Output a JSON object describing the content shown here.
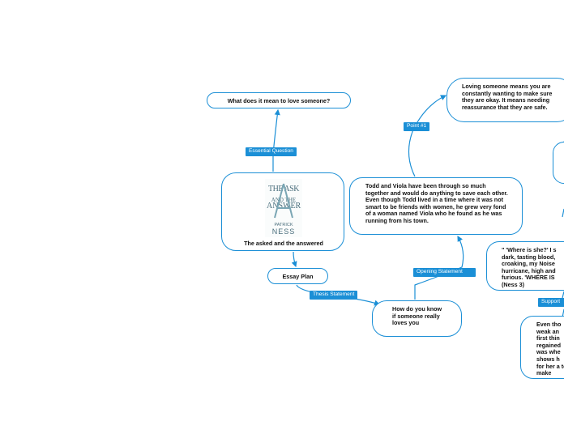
{
  "map": {
    "root": {
      "caption": "The asked and the answered",
      "cover": {
        "title_line1": "THE ASK",
        "title_line2": "AND THE",
        "title_line3": "ANSWER",
        "author_first": "PATRICK",
        "author_last": "NESS"
      }
    },
    "essential_question": {
      "tag": "Essential Question",
      "text": "What does it mean to love someone?"
    },
    "essay_plan": {
      "text": "Essay Plan"
    },
    "thesis": {
      "tag": "Thesis Statement",
      "text": "How do you know if someone really loves you"
    },
    "opening": {
      "tag": "Opening Statement",
      "text": "Todd and Viola have been through so much together and would do anything to save each other. Even though Todd lived in a time where it was not smart to be friends with women, he grew very fond of a woman named Viola who he found as he was running from his town."
    },
    "point1": {
      "tag": "Point #1",
      "text": "Loving someone means you are constantly wanting to make sure they are okay. It means needing reassurance that they are safe."
    },
    "quote": {
      "text": "\" 'Where is she?' I s dark, tasting blood, croaking, my Noise hurricane, high and furious. 'WHERE IS (Ness 3)"
    },
    "support": {
      "tag": "Support"
    },
    "support_text": {
      "text": "Even tho weak an first thin regained was whe shows h for her a to make"
    },
    "colors": {
      "accent": "#1b8fd6",
      "node_border": "#1b8fd6",
      "text": "#111111"
    }
  }
}
